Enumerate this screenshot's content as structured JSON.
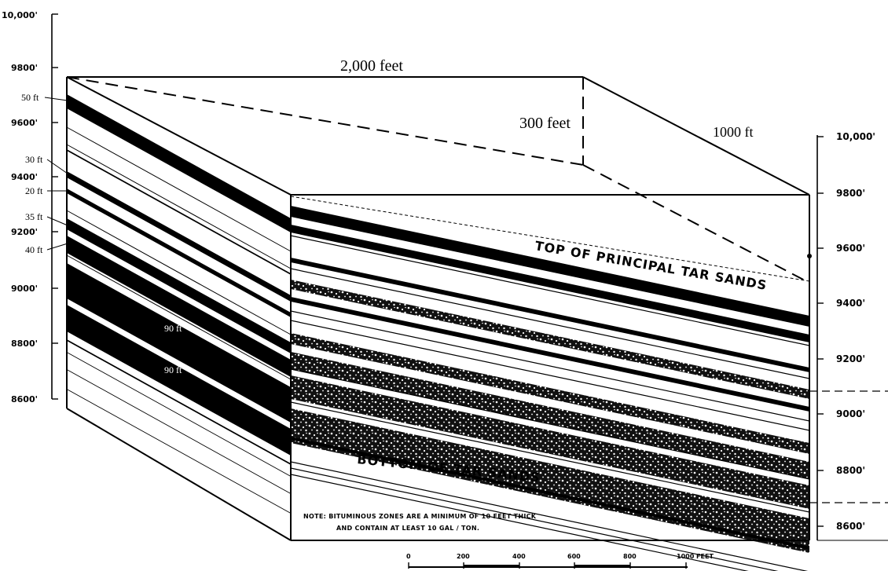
{
  "diagram": {
    "dimensions": {
      "width": "2,000 feet",
      "depth": "300 feet",
      "side": "1000 ft"
    },
    "left_axis_labels": [
      "10,000'",
      "9800'",
      "9600'",
      "9400'",
      "9200'",
      "9000'",
      "8800'",
      "8600'"
    ],
    "right_axis_labels": [
      "10,000'",
      "9800'",
      "9600'",
      "9400'",
      "9200'",
      "9000'",
      "8800'",
      "8600'"
    ],
    "thickness_labels": [
      "50 ft",
      "30 ft",
      "20 ft",
      "35 ft",
      "40 ft"
    ],
    "band_labels": [
      "90 ft",
      "90 ft"
    ],
    "top_label": "TOP OF PRINCIPAL TAR SANDS",
    "bottom_label": "BOTTOM OF TAR SANDS",
    "note": {
      "line1": "NOTE:  BITUMINOUS ZONES ARE A MINIMUM OF 10 FEET THICK",
      "line2": "AND CONTAIN AT LEAST 10 GAL / TON."
    },
    "scale": {
      "ticks": [
        "0",
        "200",
        "400",
        "600",
        "800",
        "1000 FEET"
      ]
    }
  }
}
